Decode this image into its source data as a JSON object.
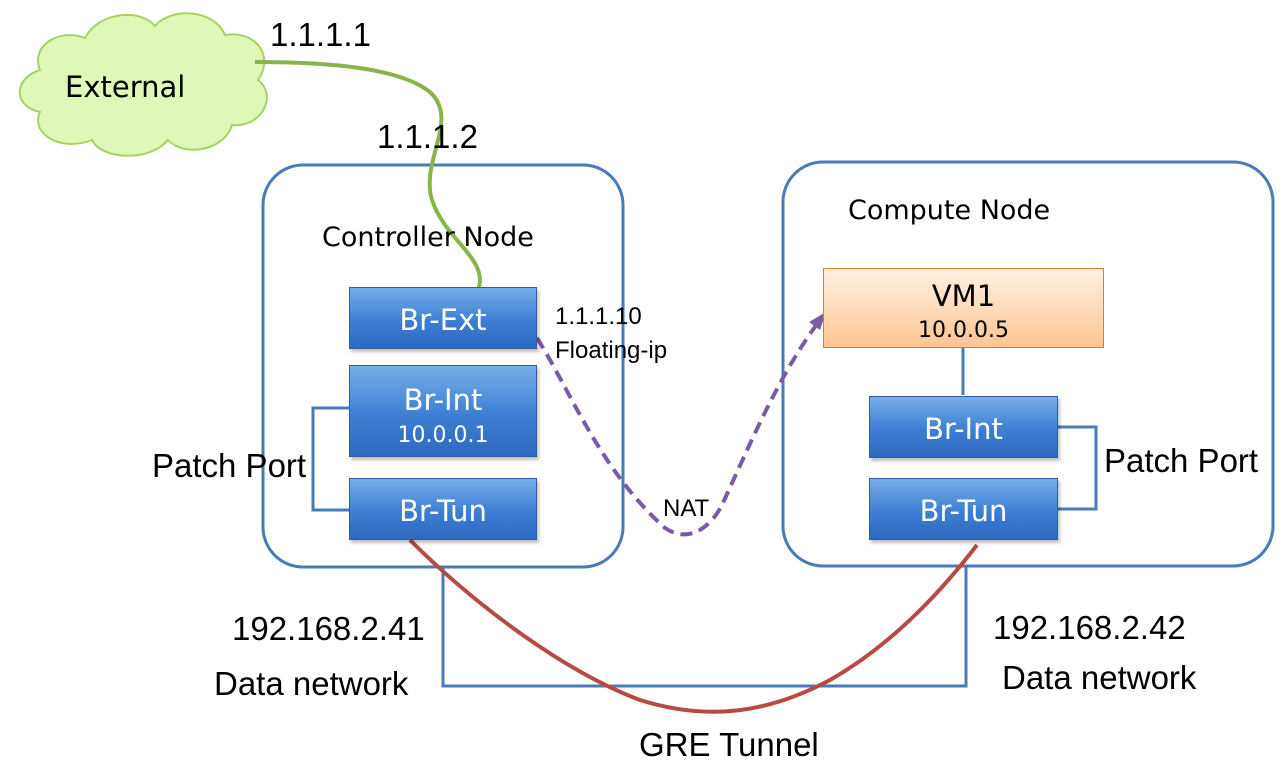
{
  "external": {
    "label": "External",
    "ip_top": "1.1.1.1",
    "ip_uplink": "1.1.1.2"
  },
  "controller": {
    "title": "Controller Node",
    "br_ext": "Br-Ext",
    "floating_ip": "1.1.1.10",
    "floating_label": "Floating-ip",
    "br_int": "Br-Int",
    "br_int_ip": "10.0.0.1",
    "br_tun": "Br-Tun",
    "patch_port": "Patch Port",
    "data_ip": "192.168.2.41",
    "data_label": "Data network"
  },
  "compute": {
    "title": "Compute Node",
    "vm_name": "VM1",
    "vm_ip": "10.0.0.5",
    "br_int": "Br-Int",
    "br_tun": "Br-Tun",
    "patch_port": "Patch Port",
    "data_ip": "192.168.2.42",
    "data_label": "Data network"
  },
  "nat_label": "NAT",
  "gre_label": "GRE Tunnel",
  "colors": {
    "node_border": "#4a7ab8",
    "bridge_fill": "#3d7ed4",
    "vm_fill": "#ffc591",
    "external_link": "#8ab44a",
    "nat_link": "#7a5aa6",
    "gre_link": "#b84a44",
    "data_network": "#4a7ab8",
    "cloud_fill": "#dff8b8"
  }
}
